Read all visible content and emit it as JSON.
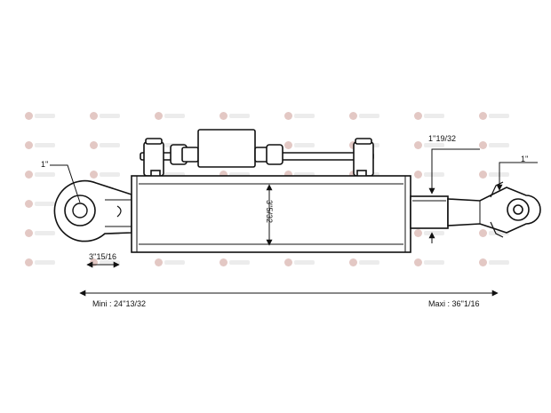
{
  "dimensions": {
    "pin_left": "1''",
    "pin_right": "1''",
    "tube_diameter": "3''5/32",
    "rod_diameter": "1''19/32",
    "eye_length": "3''15/16",
    "length_min": "Mini : 24''13/32",
    "length_max": "Maxi : 36''1/16"
  },
  "watermark": {
    "icon": "sparex-logo-icon",
    "rows": 6,
    "cols": 8
  }
}
